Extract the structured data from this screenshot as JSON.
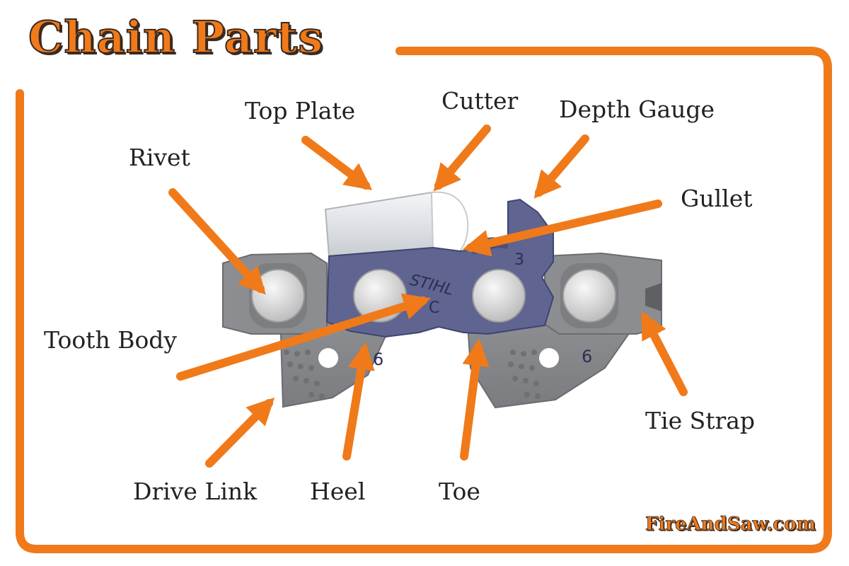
{
  "title": "Chain Parts",
  "site": "FireAndSaw.com",
  "colors": {
    "accent": "#f07a1a",
    "steel": "#8a8c90",
    "tooth_body": "#5f6491",
    "rivet": "#dcdcdc"
  },
  "labels": {
    "top_plate": "Top Plate",
    "cutter": "Cutter",
    "depth_gauge": "Depth Gauge",
    "rivet": "Rivet",
    "gullet": "Gullet",
    "tooth_body": "Tooth Body",
    "tie_strap": "Tie Strap",
    "drive_link": "Drive Link",
    "heel": "Heel",
    "toe": "Toe"
  },
  "markings": {
    "brand": "STIHL",
    "letter": "C",
    "gauge_num": "3",
    "drive_num_left": "6",
    "drive_num_right": "6"
  }
}
